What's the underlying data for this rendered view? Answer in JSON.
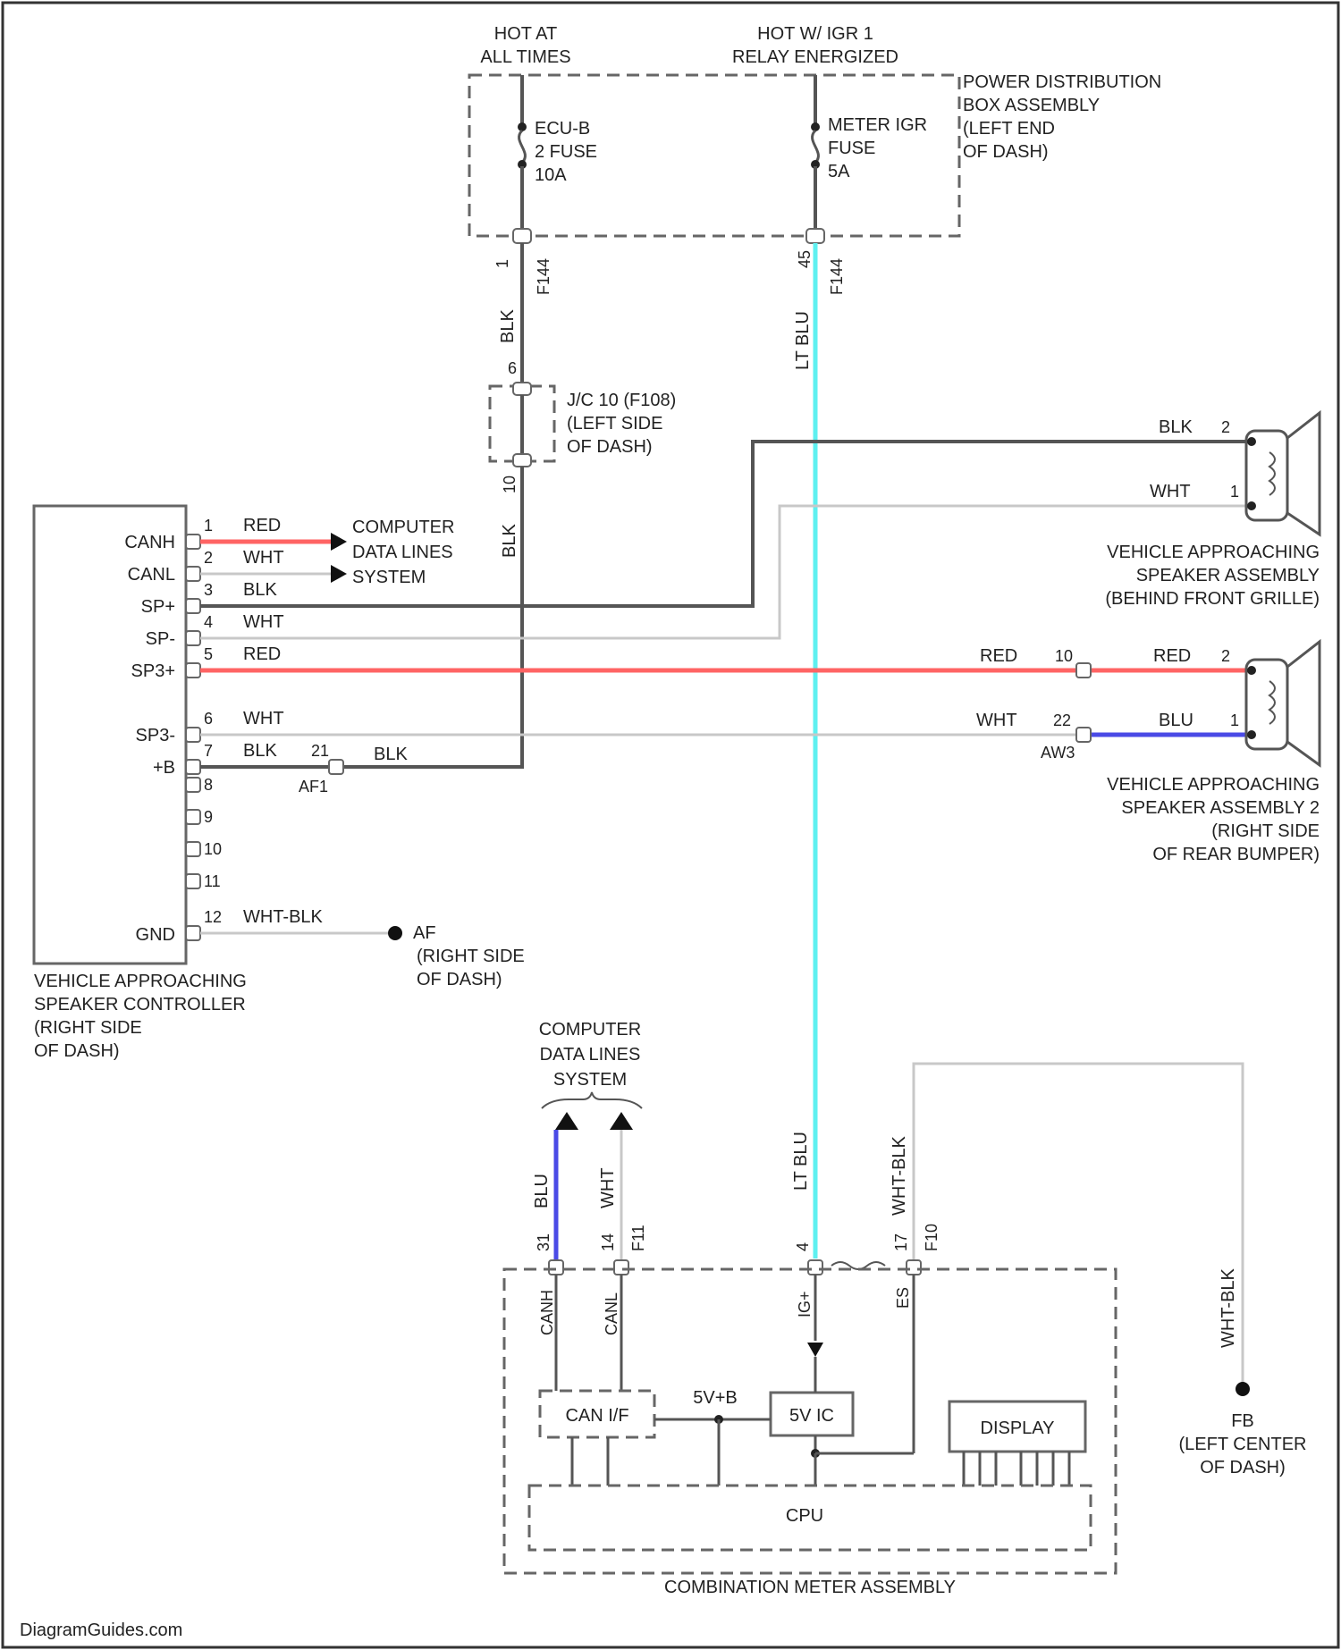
{
  "power": {
    "hot_at_all_times": [
      "HOT AT",
      "ALL TIMES"
    ],
    "hot_ig": [
      "HOT W/ IGR 1",
      "RELAY ENERGIZED"
    ],
    "pdb_label": [
      "POWER DISTRIBUTION",
      "BOX ASSEMBLY",
      "(LEFT END",
      "OF DASH)"
    ],
    "fuse_ecu": [
      "ECU-B",
      "2 FUSE",
      "10A"
    ],
    "fuse_meter": [
      "METER IGR",
      "FUSE",
      "5A"
    ],
    "pin_left": "1",
    "pin_right": "45",
    "conn_left": "F144",
    "conn_right": "F144"
  },
  "jc": {
    "label": [
      "J/C 10 (F108)",
      "(LEFT SIDE",
      "OF DASH)"
    ],
    "pin_top": "6",
    "pin_bottom": "10"
  },
  "wires": {
    "blk": "BLK",
    "wht": "WHT",
    "red": "RED",
    "blu": "BLU",
    "lt_blu": "LT BLU",
    "wht_blk": "WHT-BLK"
  },
  "controller": {
    "label": [
      "VEHICLE APPROACHING",
      "SPEAKER CONTROLLER",
      "(RIGHT SIDE",
      "OF DASH)"
    ],
    "pins": [
      {
        "name": "CANH",
        "num": "1",
        "color": "RED"
      },
      {
        "name": "CANL",
        "num": "2",
        "color": "WHT"
      },
      {
        "name": "SP+",
        "num": "3",
        "color": "BLK"
      },
      {
        "name": "SP-",
        "num": "4",
        "color": "WHT"
      },
      {
        "name": "SP3+",
        "num": "5",
        "color": "RED"
      },
      {
        "name": "SP3-",
        "num": "6",
        "color": "WHT"
      },
      {
        "name": "+B",
        "num": "7",
        "color": "BLK"
      },
      {
        "name": "",
        "num": "8",
        "color": ""
      },
      {
        "name": "",
        "num": "9",
        "color": ""
      },
      {
        "name": "",
        "num": "10",
        "color": ""
      },
      {
        "name": "",
        "num": "11",
        "color": ""
      },
      {
        "name": "GND",
        "num": "12",
        "color": "WHT-BLK"
      }
    ],
    "computer_lines": [
      "COMPUTER",
      "DATA LINES",
      "SYSTEM"
    ],
    "a_pin": "21",
    "a_conn": "AF1"
  },
  "ground_af": {
    "id": "AF",
    "label": [
      "(RIGHT SIDE",
      "OF DASH)"
    ]
  },
  "speaker1": {
    "label": [
      "VEHICLE APPROACHING",
      "SPEAKER ASSEMBLY",
      "(BEHIND FRONT GRILLE)"
    ],
    "pin_top": "2",
    "pin_bottom": "1"
  },
  "speaker2": {
    "label": [
      "VEHICLE APPROACHING",
      "SPEAKER ASSEMBLY 2",
      "(RIGHT SIDE",
      "OF REAR BUMPER)"
    ],
    "pin_top": "2",
    "pin_bottom": "1",
    "inline_top": "10",
    "inline_bottom": "22",
    "inline_conn": "AW3"
  },
  "meter": {
    "label": "COMBINATION METER ASSEMBLY",
    "computer_lines": [
      "COMPUTER",
      "DATA LINES",
      "SYSTEM"
    ],
    "pins": [
      {
        "num": "31",
        "sig": "CANH"
      },
      {
        "num": "14",
        "sig": "CANL"
      },
      {
        "num": "4",
        "sig": "IG+"
      },
      {
        "num": "17",
        "sig": "ES"
      }
    ],
    "conn_a": "F11",
    "conn_b": "F10",
    "can_if": "CAN I/F",
    "five_v_ic": "5V IC",
    "five_v_b": "5V+B",
    "display": "DISPLAY",
    "cpu": "CPU"
  },
  "ground_fb": {
    "id": "FB",
    "label": [
      "(LEFT CENTER",
      "OF DASH)"
    ]
  },
  "watermark": "DiagramGuides.com"
}
